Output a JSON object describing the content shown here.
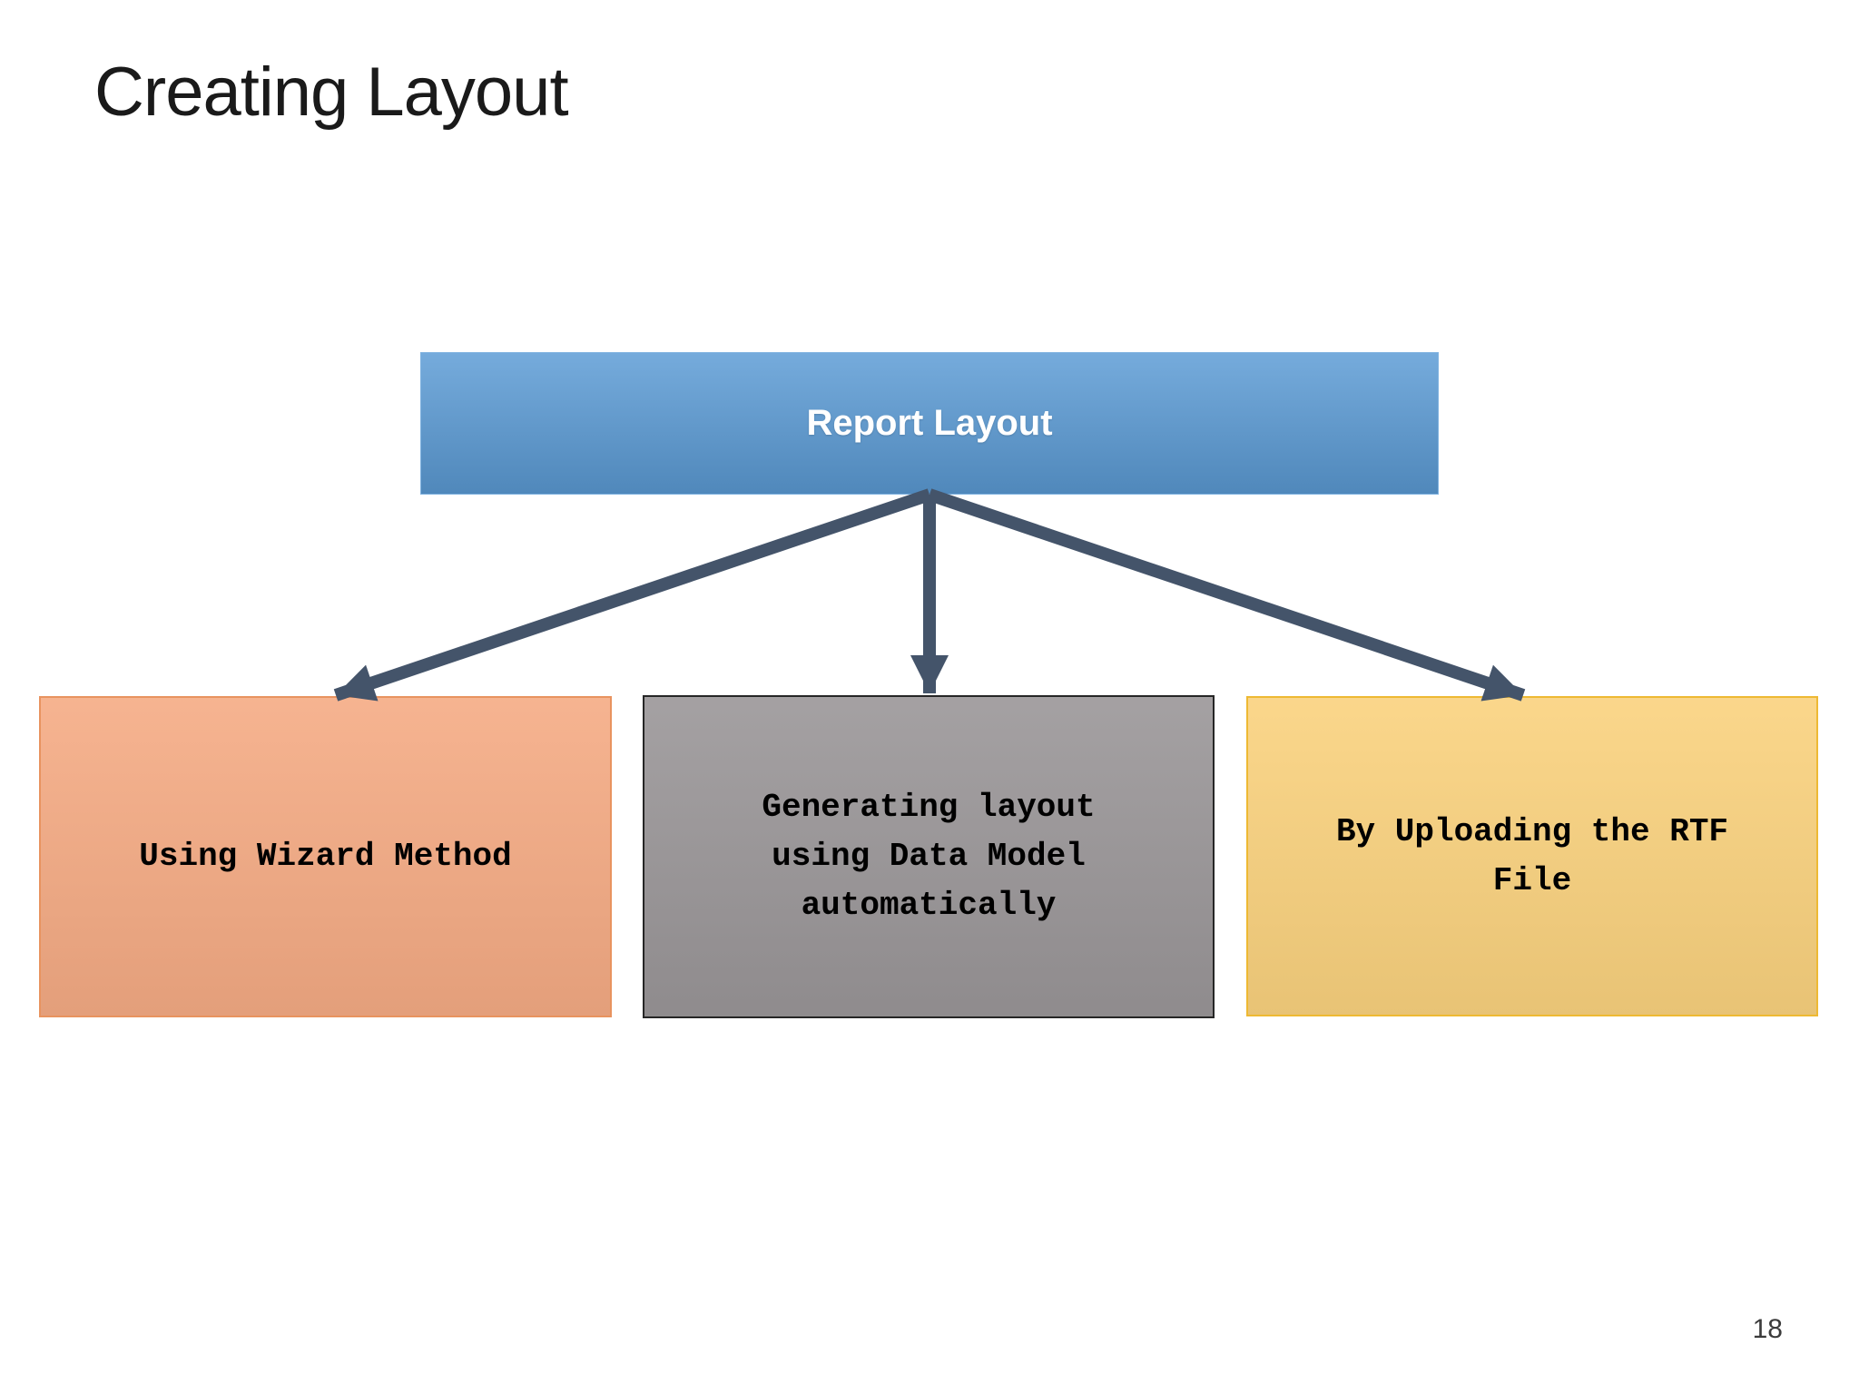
{
  "slide": {
    "title": "Creating Layout",
    "page_number": "18",
    "background_color": "#ffffff",
    "title_color": "#1a1a1a"
  },
  "diagram": {
    "arrow_color": "#44546a",
    "root": {
      "label": "Report Layout",
      "fill": "#5b9bd5",
      "border": "#7fb2e0",
      "text_color": "#ffffff"
    },
    "children": [
      {
        "label": "Using Wizard Method",
        "fill": "#f5ab84",
        "border": "#e8935f",
        "text_color": "#000000"
      },
      {
        "label": "Generating layout using Data Model automatically",
        "fill": "#9a9698",
        "border": "#262626",
        "text_color": "#000000"
      },
      {
        "label": "By Uploading the RTF File",
        "fill": "#fad27e",
        "border": "#eeb933",
        "text_color": "#000000"
      }
    ]
  }
}
